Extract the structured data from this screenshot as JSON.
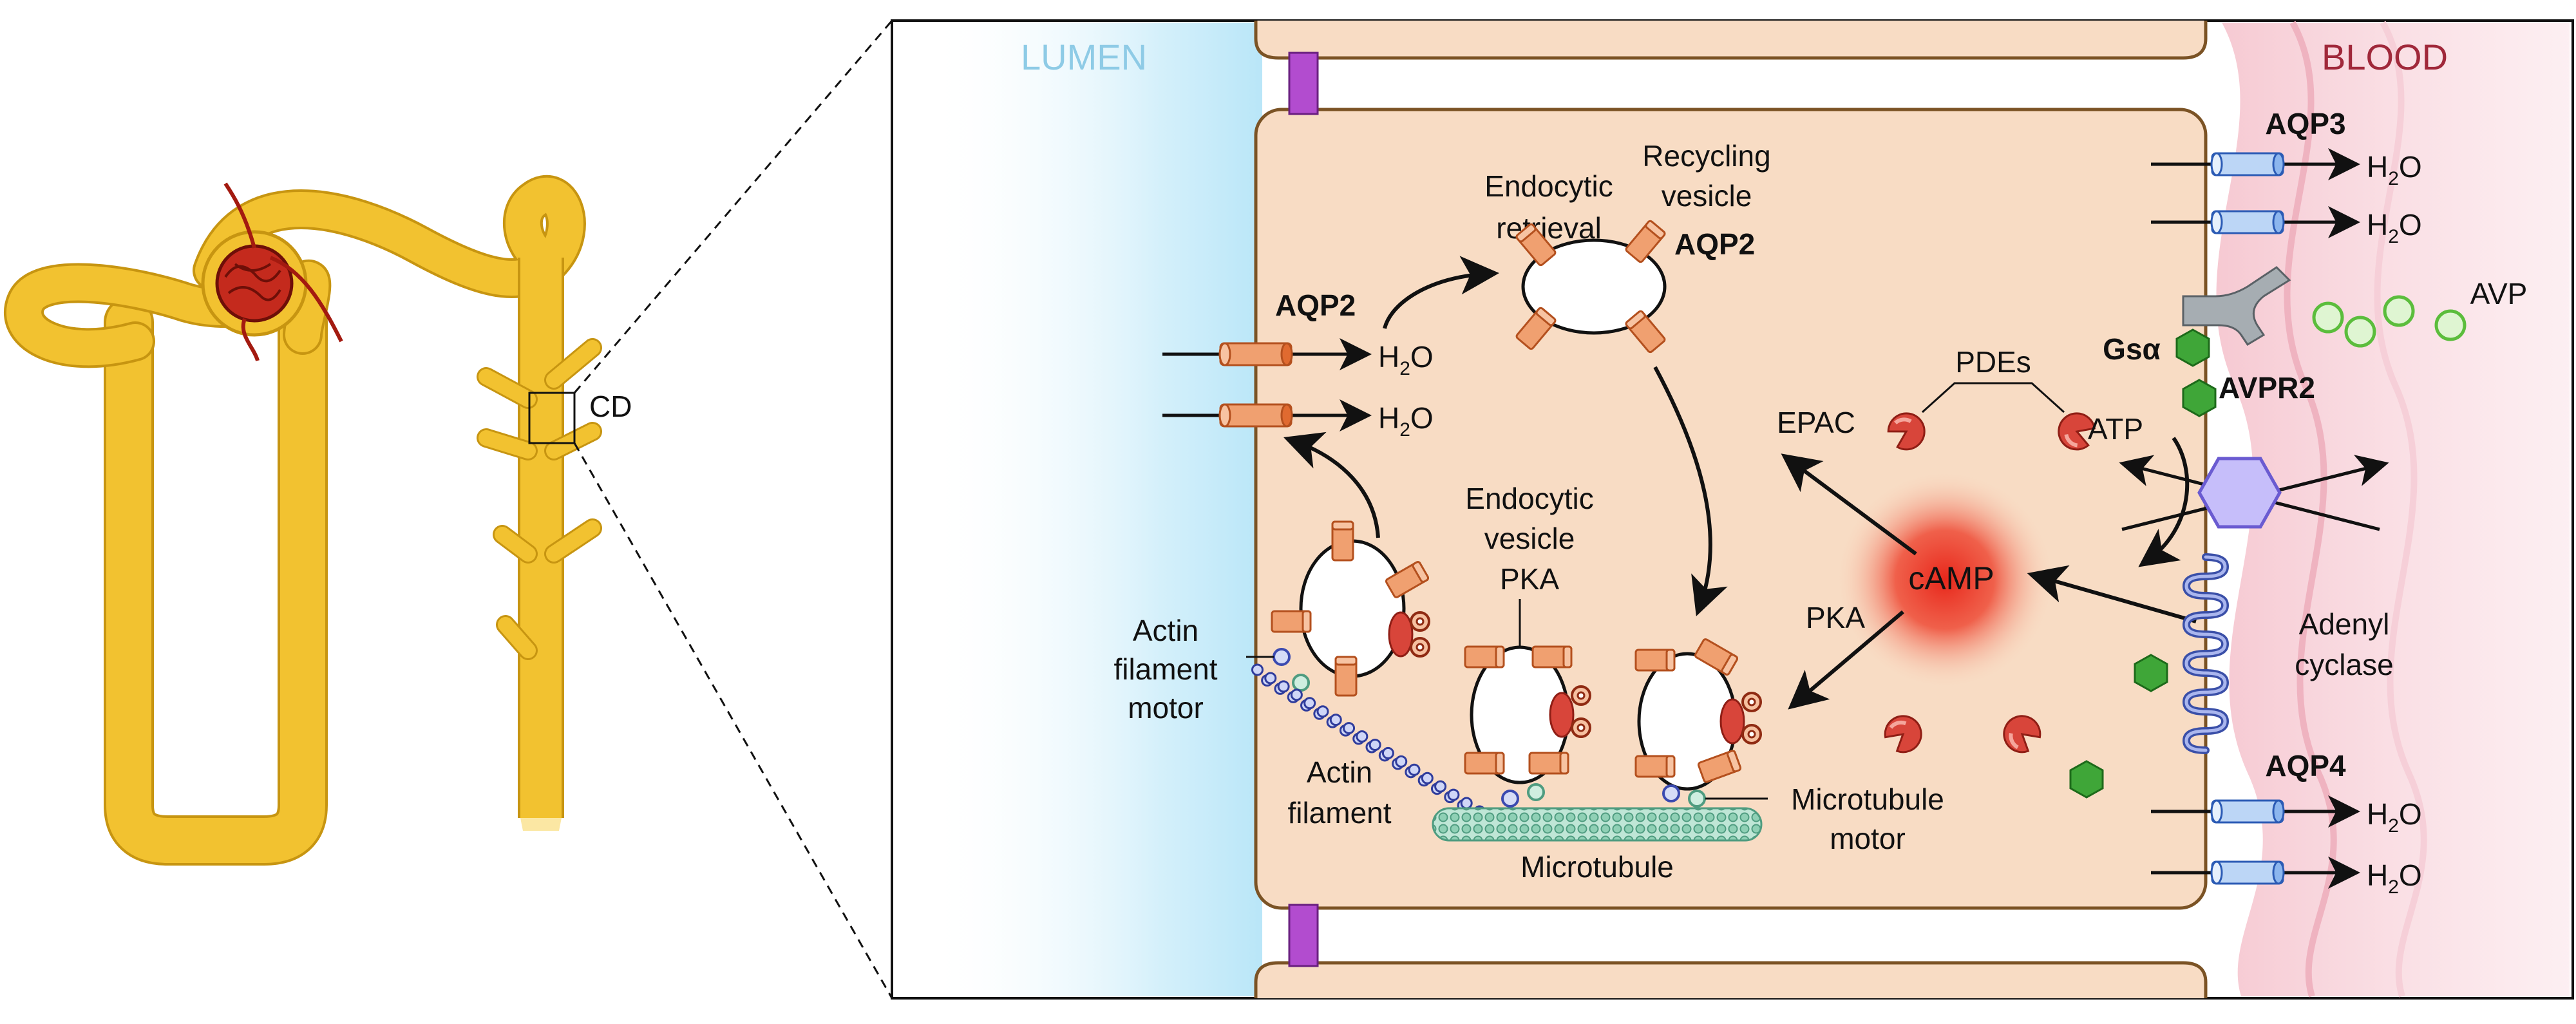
{
  "labels": {
    "cd": "CD",
    "lumen": "LUMEN",
    "blood": "BLOOD",
    "endocytic_retrieval_1": "Endocytic",
    "endocytic_retrieval_2": "retrieval",
    "recycling_vesicle_1": "Recycling",
    "recycling_vesicle_2": "vesicle",
    "aqp2_top": "AQP2",
    "aqp2_left": "AQP2",
    "h2o": "H",
    "h2o_sub": "2",
    "h2o_o": "O",
    "epac": "EPAC",
    "pdes": "PDEs",
    "camp": "cAMP",
    "pka_left": "PKA",
    "endocytic_vesicle_1": "Endocytic",
    "endocytic_vesicle_2": "vesicle",
    "endocytic_vesicle_3": "PKA",
    "actin_motor_1": "Actin",
    "actin_motor_2": "filament",
    "actin_motor_3": "motor",
    "actin_filament_1": "Actin",
    "actin_filament_2": "filament",
    "microtubule": "Microtubule",
    "microtubule_motor_1": "Microtubule",
    "microtubule_motor_2": "motor",
    "aqp3": "AQP3",
    "aqp4": "AQP4",
    "gs_alpha": "Gsα",
    "avp": "AVP",
    "avpr2": "AVPR2",
    "atp": "ATP",
    "adenyl_1": "Adenyl",
    "adenyl_2": "cyclase"
  },
  "colors": {
    "tubule": "#f2c230",
    "tubule_edge": "#c79511",
    "cell": "#f8dcc4",
    "cell_edge": "#7b5325",
    "lumen_text": "#8ecbe6",
    "blood_text": "#a0283a",
    "aqp2": "#e0773c",
    "aqp34": "#3f72c8",
    "junction": "#b24ccf",
    "camp": "#e23020",
    "pde": "#d8453a",
    "avp": "#5bbd3c",
    "gs": "#3d9a32",
    "cyclase": "#9b8ee0",
    "receptor": "#8d9599",
    "actin": "#3b4ab0",
    "microtubule": "#69b89c"
  }
}
